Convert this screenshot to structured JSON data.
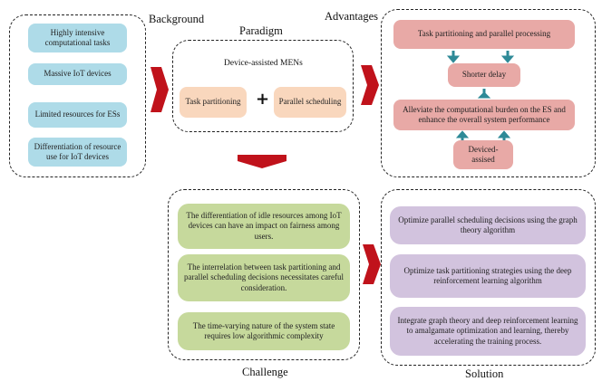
{
  "background": {
    "label": "Background",
    "items": [
      "Highly intensive computational tasks",
      "Massive IoT devices",
      "Limited resources for ESs",
      "Differentiation of resource use for IoT devices"
    ]
  },
  "paradigm": {
    "label": "Paradigm",
    "subtitle": "Device-assisted MENs",
    "left": "Task partitioning",
    "plus": "+",
    "right": "Parallel scheduling"
  },
  "advantages": {
    "label": "Advantages",
    "top": "Task partitioning and parallel processing",
    "delay": "Shorter delay",
    "alleviate": "Alleviate the computational burden on the ES and enhance the overall system performance",
    "assisted": "Deviced-assised"
  },
  "challenge": {
    "label": "Challenge",
    "items": [
      "The differentiation of idle resources among IoT devices can have an impact on fairness among users.",
      "The interrelation between task partitioning and parallel scheduling decisions necessitates careful consideration.",
      "The time-varying nature of the system state requires low algorithmic complexity"
    ]
  },
  "solution": {
    "label": "Solution",
    "items": [
      "Optimize parallel scheduling decisions using the graph theory algorithm",
      "Optimize task partitioning strategies using the deep reinforcement learning algorithm",
      "Integrate graph theory and deep reinforcement learning to amalgamate optimization and learning, thereby accelerating the training process."
    ]
  },
  "colors": {
    "arrow_red": "#c0121b",
    "teal_arrow": "#2e8a97",
    "blue_box": "#aedbe8",
    "peach_box": "#f9d7bd",
    "pink_box": "#e8a9a6",
    "green_box": "#c6d99c",
    "purple_box": "#d2c3de"
  }
}
